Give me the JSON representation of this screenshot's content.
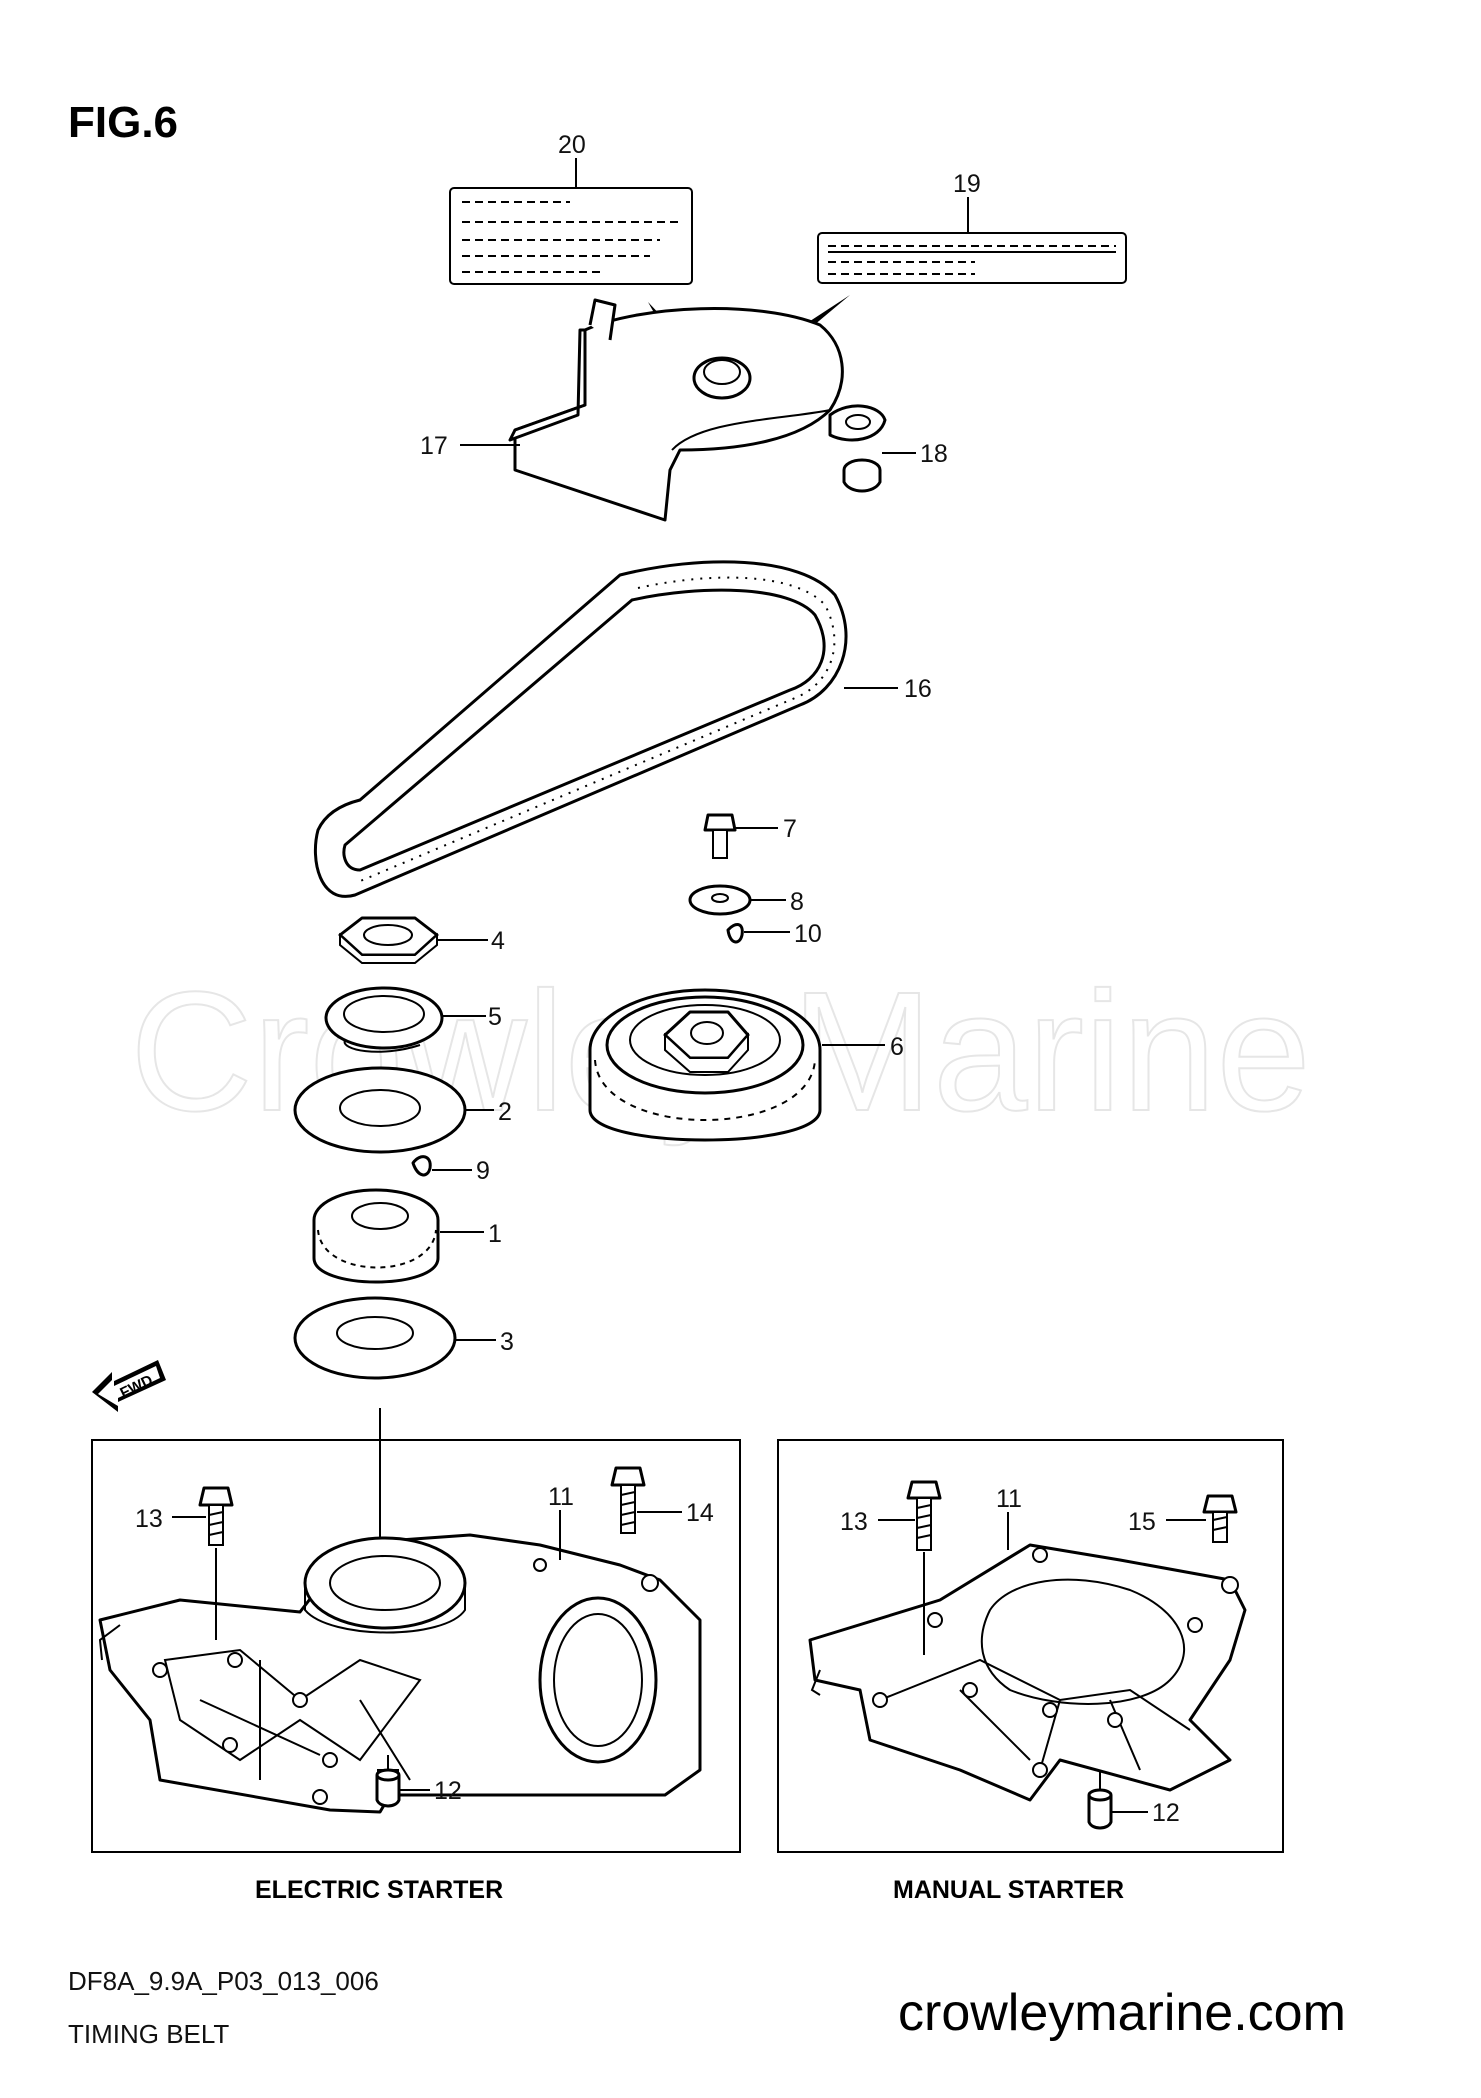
{
  "figure_label": "FIG.6",
  "watermark": "Crowley Marine",
  "callouts": [
    {
      "id": "c20",
      "text": "20"
    },
    {
      "id": "c19",
      "text": "19"
    },
    {
      "id": "c17",
      "text": "17"
    },
    {
      "id": "c18",
      "text": "18"
    },
    {
      "id": "c16",
      "text": "16"
    },
    {
      "id": "c7",
      "text": "7"
    },
    {
      "id": "c8",
      "text": "8"
    },
    {
      "id": "c10",
      "text": "10"
    },
    {
      "id": "c4",
      "text": "4"
    },
    {
      "id": "c5",
      "text": "5"
    },
    {
      "id": "c6",
      "text": "6"
    },
    {
      "id": "c2",
      "text": "2"
    },
    {
      "id": "c9",
      "text": "9"
    },
    {
      "id": "c1",
      "text": "1"
    },
    {
      "id": "c3",
      "text": "3"
    },
    {
      "id": "c13a",
      "text": "13"
    },
    {
      "id": "c11a",
      "text": "11"
    },
    {
      "id": "c14",
      "text": "14"
    },
    {
      "id": "c12a",
      "text": "12"
    },
    {
      "id": "c13b",
      "text": "13"
    },
    {
      "id": "c11b",
      "text": "11"
    },
    {
      "id": "c15",
      "text": "15"
    },
    {
      "id": "c12b",
      "text": "12"
    }
  ],
  "fwd_label": "FWD",
  "panels": {
    "left_caption": "ELECTRIC STARTER",
    "right_caption": "MANUAL STARTER"
  },
  "footer": {
    "code": "DF8A_9.9A_P03_013_006",
    "title": "TIMING BELT",
    "website": "crowleymarine.com"
  }
}
